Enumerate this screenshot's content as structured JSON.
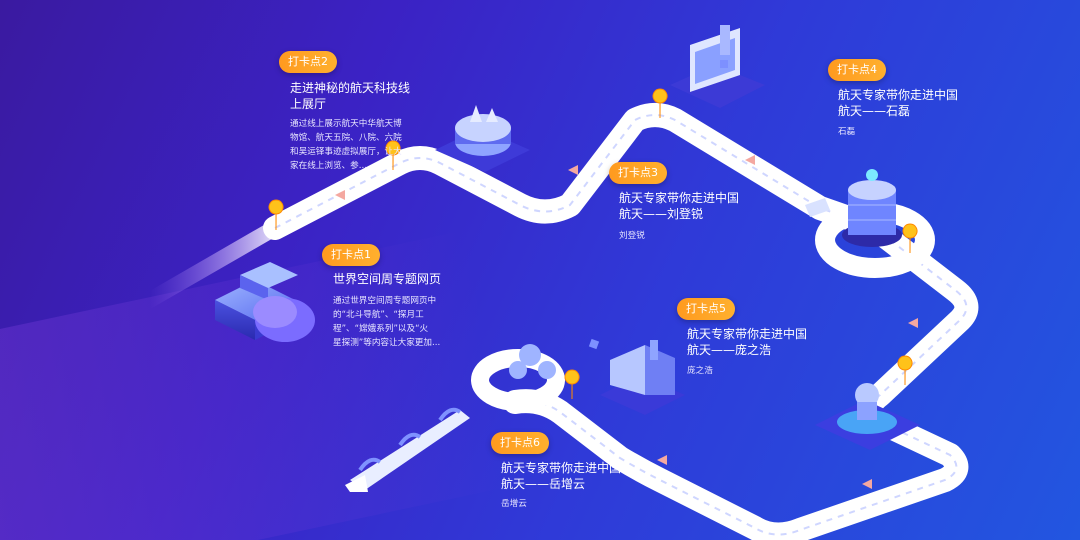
{
  "checkpoints": [
    {
      "badge": "打卡点1",
      "title_line1": "世界空间周专题网页",
      "desc": [
        "通过世界空间周专题网页中",
        "的“北斗导航”、“探月工",
        "程”、“嫦娥系列”以及“火",
        "星探测”等内容让大家更加..."
      ]
    },
    {
      "badge": "打卡点2",
      "title_line1": "走进神秘的航天科技线",
      "title_line2": "上展厅",
      "desc": [
        "通过线上展示航天中华航天博",
        "物馆、航天五院、八院、六院",
        "和吴运铎事迹虚拟展厅，让大",
        "家在线上浏览、参..."
      ]
    },
    {
      "badge": "打卡点3",
      "title_line1": "航天专家带你走进中国",
      "title_line2": "航天——刘登锐",
      "name": "刘登锐"
    },
    {
      "badge": "打卡点4",
      "title_line1": "航天专家带你走进中国",
      "title_line2": "航天——石磊",
      "name": "石磊"
    },
    {
      "badge": "打卡点5",
      "title_line1": "航天专家带你走进中国",
      "title_line2": "航天——庞之浩",
      "name": "庞之浩"
    },
    {
      "badge": "打卡点6",
      "title_line1": "航天专家带你走进中国",
      "title_line2": "航天——岳增云",
      "name": "岳增云"
    }
  ],
  "colors": {
    "badge": "#ffa223",
    "road": "#ffffff",
    "pin": "#ffc21a",
    "background": "#3424c0"
  }
}
